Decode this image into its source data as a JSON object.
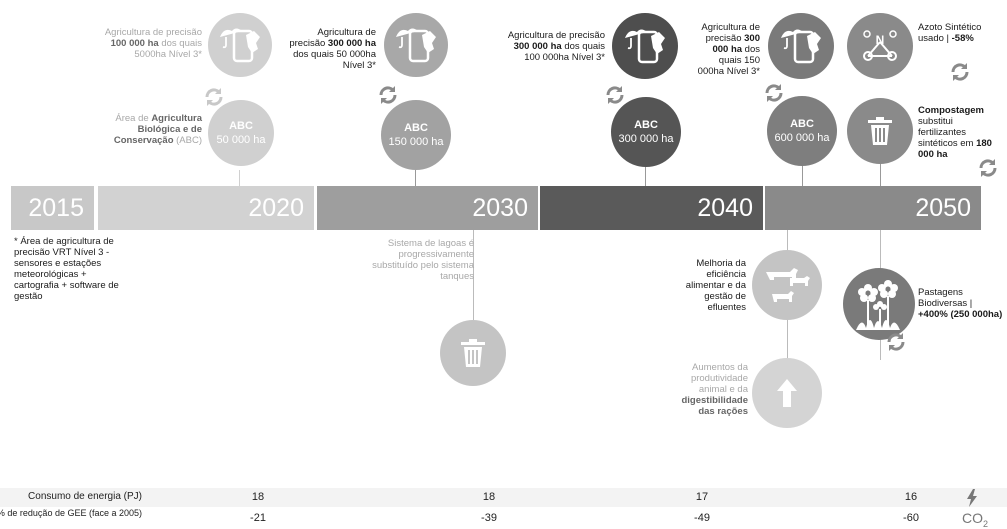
{
  "timeline": {
    "years": [
      "2015",
      "2020",
      "2030",
      "2040",
      "2050"
    ],
    "colors": {
      "y2015": "#c8c8c8",
      "y2020": "#d2d2d2",
      "y2030": "#9e9e9e",
      "y2040": "#5a5a5a",
      "y2050": "#8a8a8a"
    }
  },
  "col2020": {
    "precision_pre": "Agricultura de precisão ",
    "precision_bold": "100 000 ha",
    "precision_post": " dos quais 5000ha Nível 3*",
    "abc_pre": "Área de ",
    "abc_bold": "Agricultura Biológica e de Conservação",
    "abc_post": " (ABC)",
    "abc_title": "ABC",
    "abc_value": "50 000 ha"
  },
  "col2030": {
    "precision_pre": "Agricultura de precisão ",
    "precision_bold": "300 000 ha",
    "precision_post": " dos quais 50 000ha Nível 3*",
    "abc_title": "ABC",
    "abc_value": "150 000 ha",
    "lagoons": "Sistema de lagoas é progressivamente substituído pelo sistema tanques"
  },
  "col2040a": {
    "precision_pre": "Agricultura de precisão ",
    "precision_bold": "300 000 ha",
    "precision_post": " dos quais 100 000ha Nível 3*",
    "abc_title": "ABC",
    "abc_value": "300 000 ha",
    "feed": "Melhoria da eficiência alimentar e da gestão de efluentes",
    "prod_pre": "Aumentos da produtividade animal e da ",
    "prod_bold": "digestibilidade das rações"
  },
  "col2040b": {
    "precision_pre": "Agricultura de precisão ",
    "precision_bold": "300 000 ha",
    "precision_post": " dos quais 150 000ha Nível 3*",
    "abc_title": "ABC",
    "abc_value": "600 000 ha"
  },
  "col2050": {
    "azoto_pre": "Azoto Sintético usado | ",
    "azoto_bold": "-58%",
    "compost_bold": "Compostagem",
    "compost_mid": " substitui fertilizantes sintéticos em ",
    "compost_bold2": "180 000 ha",
    "pasture_pre": "Pastagens Biodiversas | ",
    "pasture_bold": "+400% (250 000ha)",
    "n_symbol": "N"
  },
  "footnote": "* Área de agricultura de precisão VRT Nível 3 - sensores e estações meteorológicas + cartografia + software de gestão",
  "table": {
    "energy_label": "Consumo de energia (PJ)",
    "energy_values": [
      "18",
      "18",
      "17",
      "16"
    ],
    "ghg_label": "% de redução de GEE (face a 2005)",
    "ghg_values": [
      "-21",
      "-39",
      "-49",
      "-60"
    ],
    "co2": "CO",
    "co2_sub": "2"
  }
}
